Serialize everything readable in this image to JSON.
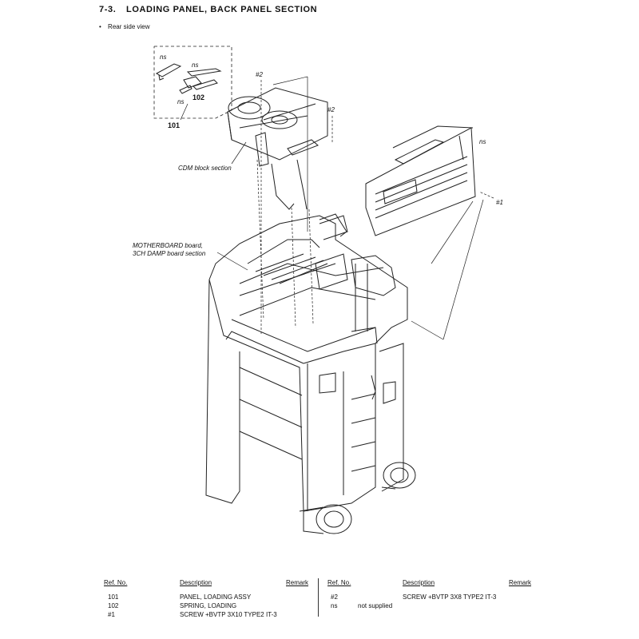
{
  "header": {
    "section_number": "7-3.",
    "section_title": "LOADING PANEL, BACK PANEL SECTION",
    "view_label": "Rear side view"
  },
  "callouts": {
    "ns_1": "ns",
    "ns_2": "ns",
    "ns_3": "ns",
    "ns_back": "ns",
    "ref_101": "101",
    "ref_102": "102",
    "screw_2a": "#2",
    "screw_2b": "#2",
    "screw_1": "#1",
    "cdm_label": "CDM block section",
    "mother_line1": "MOTHERBOARD board,",
    "mother_line2": "3CH DAMP board section"
  },
  "parts_table": {
    "headers": {
      "ref": "Ref. No.",
      "desc": "Description",
      "remark": "Remark"
    },
    "left": [
      {
        "ref": "101",
        "desc": "PANEL, LOADING ASSY",
        "remark": ""
      },
      {
        "ref": "102",
        "desc": "SPRING, LOADING",
        "remark": ""
      },
      {
        "ref": "#1",
        "desc": "SCREW +BVTP 3X10 TYPE2 IT-3",
        "remark": ""
      }
    ],
    "right": [
      {
        "ref": "#2",
        "desc": "SCREW +BVTP 3X8 TYPE2 IT-3",
        "remark": ""
      },
      {
        "ref": "ns",
        "desc": "not supplied",
        "remark": ""
      }
    ]
  }
}
